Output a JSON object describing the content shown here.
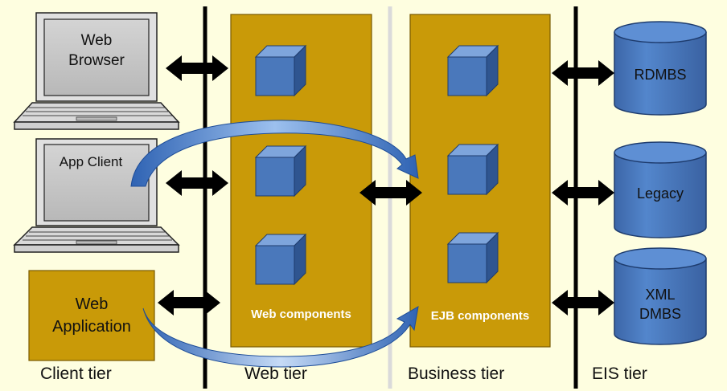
{
  "tiers": {
    "client": "Client tier",
    "web": "Web tier",
    "business": "Business tier",
    "eis": "EIS tier"
  },
  "clients": {
    "web_browser": [
      "Web",
      "Browser"
    ],
    "app_client": "App Client",
    "web_application": [
      "Web",
      "Application"
    ]
  },
  "containers": {
    "web": "Web components",
    "ejb": "EJB components"
  },
  "databases": {
    "rdmbs": "RDMBS",
    "legacy": "Legacy",
    "xml_dmbs": [
      "XML",
      "DMBS"
    ]
  },
  "colors": {
    "background": "#fefee0",
    "container": "#c99a08",
    "cube_front": "#4a78bb",
    "cube_top": "#7ea5dc",
    "cube_side": "#2f5590",
    "database": "#4a78bb",
    "laptop_screen": "#c2c2c2",
    "flow_arrow": "#6e9ee0"
  }
}
